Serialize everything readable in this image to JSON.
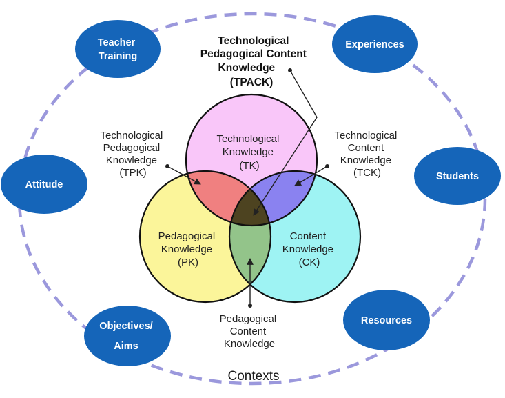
{
  "title": [
    "Technological",
    "Pedagogical Content",
    "Knowledge",
    "(TPACK)"
  ],
  "circles": {
    "tk": [
      "Technological",
      "Knowledge",
      "(TK)"
    ],
    "pk": [
      "Pedagogical",
      "Knowledge",
      "(PK)"
    ],
    "ck": [
      "Content",
      "Knowledge",
      "(CK)"
    ]
  },
  "intersections": {
    "tpk": [
      "Technological",
      "Pedagogical",
      "Knowledge",
      "(TPK)"
    ],
    "tck": [
      "Technological",
      "Content",
      "Knowledge",
      "(TCK)"
    ],
    "pck": [
      "Pedagogical",
      "Content",
      "Knowledge"
    ]
  },
  "contexts_label": "Contexts",
  "ovals": {
    "teacher_training": [
      "Teacher",
      "Training"
    ],
    "experiences": [
      "Experiences"
    ],
    "attitude": [
      "Attitude"
    ],
    "students": [
      "Students"
    ],
    "objectives": [
      "Objectives/",
      "Aims"
    ],
    "resources": [
      "Resources"
    ]
  },
  "colors": {
    "tk": "#f9c6f9",
    "pk": "#fbf59a",
    "ck": "#9ef3f3",
    "tpk": "#f08080",
    "tck": "#8a82f0",
    "pck": "#93c48a",
    "tpack": "#4d4320",
    "oval": "#1565b9",
    "dashed_ring": "#9b98dc"
  }
}
